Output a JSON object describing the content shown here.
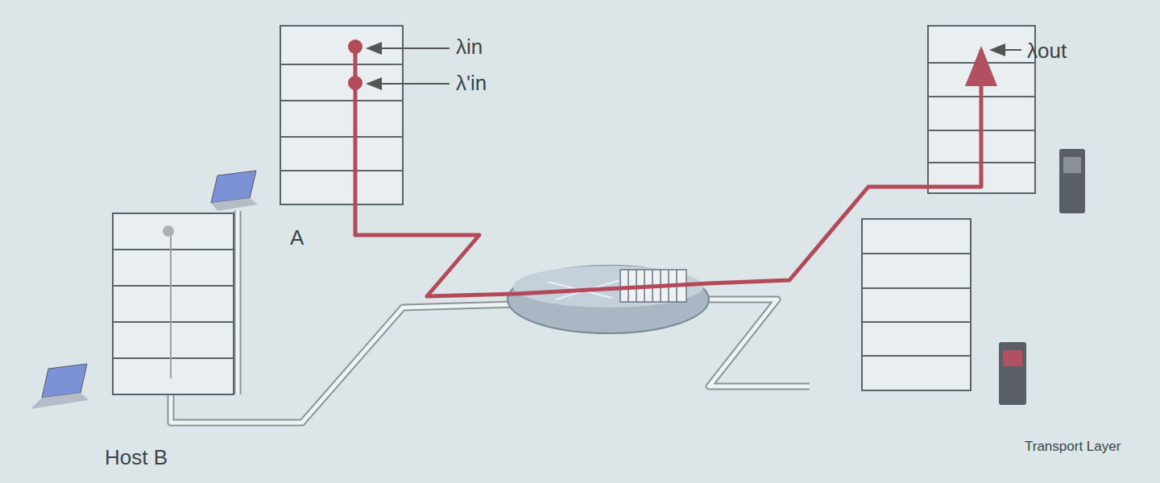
{
  "diagram": {
    "labels": [
      "λin",
      "λ'in",
      "λout",
      "A",
      "Host B",
      "Transport Layer"
    ]
  }
}
